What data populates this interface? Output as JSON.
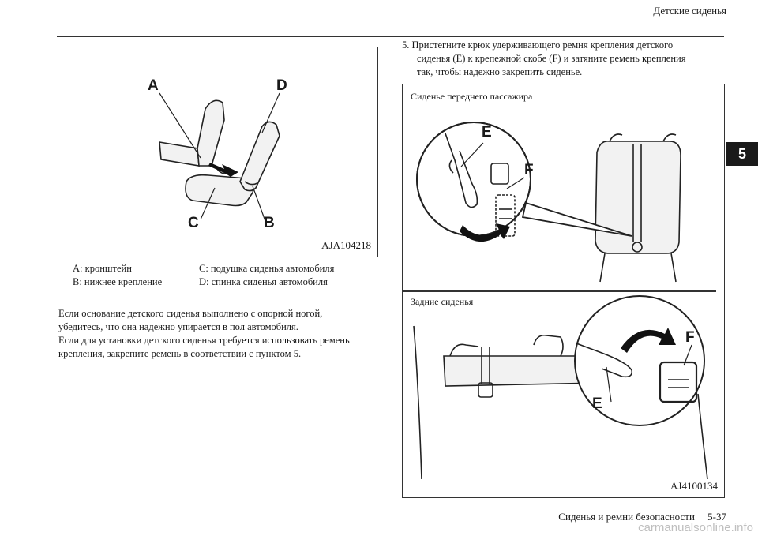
{
  "header": {
    "section_title": "Детские сиденья"
  },
  "chapter_tab": "5",
  "figure1": {
    "code": "AJA104218",
    "labels": {
      "a": "A",
      "b": "B",
      "c": "C",
      "d": "D"
    },
    "legend": [
      "A:  кронштейн",
      "C:  подушка сиденья автомобиля",
      "B:  нижнее крепление",
      "D:  спинка сиденья автомобиля"
    ]
  },
  "paragraphs": [
    "Если основание детского сиденья выполнено с опорной ногой,",
    "убедитесь, что она надежно упирается в пол автомобиля.",
    "Если для установки детского сиденья требуется использовать ремень",
    "крепления, закрепите ремень в соответствии с пунктом 5."
  ],
  "step5": {
    "lines": [
      "5. Пристегните крюк удерживающего ремня крепления детского",
      "сиденья (E) к крепежной скобе (F) и затяните ремень крепления",
      "так, чтобы надежно закрепить сиденье."
    ]
  },
  "figure2": {
    "top_caption": "Сиденье переднего пассажира",
    "bottom_caption": "Задние сиденья",
    "code": "AJ4100134",
    "labels": {
      "e": "E",
      "f": "F"
    }
  },
  "footer": {
    "text": "Сиденья и ремни безопасности     5-37"
  },
  "watermark": "carmanualsonline.info"
}
